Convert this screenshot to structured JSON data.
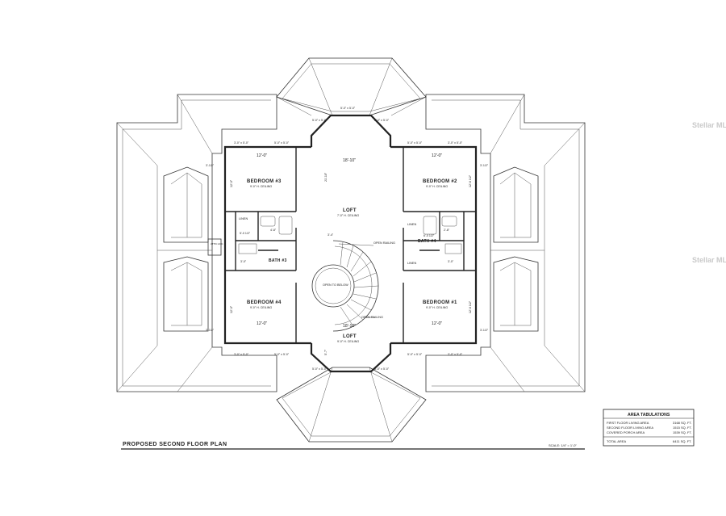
{
  "rooms": {
    "bedroom3": {
      "name": "BEDROOM #3",
      "ceiling": "9'-0\" H. CEILING"
    },
    "bedroom2": {
      "name": "BEDROOM #2",
      "ceiling": "9'-0\" H. CEILING"
    },
    "bedroom4": {
      "name": "BEDROOM #4",
      "ceiling": "9'-0\" H. CEILING"
    },
    "bedroom1": {
      "name": "BEDROOM #1",
      "ceiling": "9'-0\" H. CEILING"
    },
    "loft_top": {
      "name": "LOFT",
      "ceiling": "7'-0\" H. CEILING"
    },
    "loft_bottom": {
      "name": "LOFT",
      "ceiling": "9'-0\" H. CEILING"
    },
    "bath3": {
      "name": "BATH #3"
    },
    "bath4": {
      "name": "BATH #4"
    },
    "linen_left": "LINEN",
    "linen_right_top": "LINEN",
    "linen_right_bottom": "LINEN",
    "open_to_below": "OPEN TO BELOW",
    "open_railing_top": "OPEN RAILING",
    "open_railing_bottom": "OPEN RAILING",
    "attic_access": "ATTIC ACC."
  },
  "dimensions": {
    "top_bay": "5'-0\" x 5'-0\"",
    "window_5x5": "5'-0\" x 5'-0\"",
    "window_3x5": "3'-0\" x 5'-0\"",
    "loft_width": "18'-10\"",
    "room_width_12": "12'-0\"",
    "room_depth_12": "12'-0\"",
    "room_depth_12_6": "12'-6 1/2\"",
    "loft_depth": "21'-10\"",
    "lower_loft_depth": "5'-7\"",
    "stair_gap": "3'-4\"",
    "stub": "3'-1/2\"",
    "half": "3'-1/2\"",
    "bath_w": "5'-0 1/2\"",
    "closet": "4'-8\"",
    "closet2": "2'-8\"",
    "bath_w2": "6'-0 1/2\"",
    "small": "3'-0\""
  },
  "plan_title": "PROPOSED SECOND FLOOR PLAN",
  "scale": "SCALE: 1/4\" = 1'-0\"",
  "area_table": {
    "title": "AREA TABULATIONS",
    "rows": [
      {
        "label": "FIRST FLOOR LIVING AREA",
        "value": "3168 SQ. FT."
      },
      {
        "label": "SECOND FLOOR LIVING AREA",
        "value": "1515 SQ. FT."
      },
      {
        "label": "COVERED PORCH AREA",
        "value": "1539 SQ. FT."
      }
    ],
    "total_label": "TOTAL AREA",
    "total_value": "6411 SQ. FT."
  },
  "watermark": "Stellar MLS"
}
